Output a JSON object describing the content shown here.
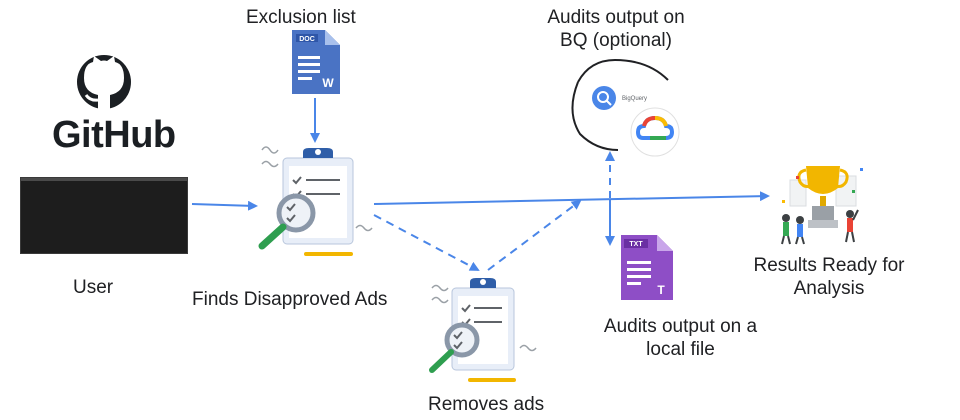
{
  "labels": {
    "exclusion_list": "Exclusion list",
    "audits_bq_line1": "Audits output on",
    "audits_bq_line2": "BQ (optional)",
    "github": "GitHub",
    "user": "User",
    "finds_disapproved": "Finds Disapproved Ads",
    "removes_ads": "Removes ads",
    "audits_local_line1": "Audits output on a",
    "audits_local_line2": "local file",
    "results_line1": "Results Ready for",
    "results_line2": "Analysis"
  },
  "icons": {
    "doc_tag": "DOC",
    "doc_letter": "W",
    "txt_tag": "TXT",
    "txt_letter": "T",
    "bigquery_name": "BigQuery"
  },
  "colors": {
    "arrow": "#4a86e8",
    "doc_blue": "#4a73c4",
    "txt_purple": "#8e4ec6",
    "trophy_gold": "#f2b600",
    "magnifier_green": "#2e9e4f"
  }
}
